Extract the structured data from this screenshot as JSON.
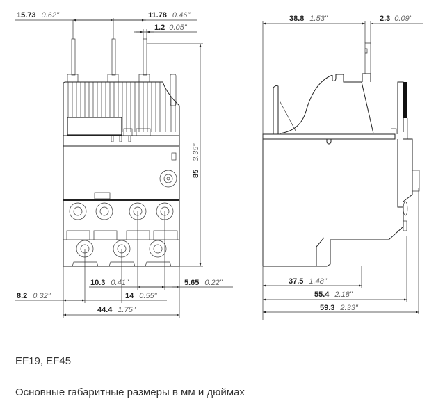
{
  "product": "EF19, EF45",
  "caption": "Основные габаритные размеры в мм и дюймах",
  "front_view": {
    "dims": {
      "pitch_a": {
        "mm": "15.73",
        "in": "0.62\""
      },
      "pitch_b": {
        "mm": "11.78",
        "in": "0.46\""
      },
      "pin_width": {
        "mm": "1.2",
        "in": "0.05\""
      },
      "height": {
        "mm": "85",
        "in": "3.35\""
      },
      "d1": {
        "mm": "10.3",
        "in": "0.41\""
      },
      "d2": {
        "mm": "5.65",
        "in": "0.22\""
      },
      "d3": {
        "mm": "8.2",
        "in": "0.32\""
      },
      "d4": {
        "mm": "14",
        "in": "0.55\""
      },
      "width": {
        "mm": "44.4",
        "in": "1.75\""
      }
    }
  },
  "side_view": {
    "dims": {
      "top_a": {
        "mm": "38.8",
        "in": "1.53\""
      },
      "top_b": {
        "mm": "2.3",
        "in": "0.09\""
      },
      "b1": {
        "mm": "37.5",
        "in": "1.48\""
      },
      "b2": {
        "mm": "55.4",
        "in": "2.18\""
      },
      "b3": {
        "mm": "59.3",
        "in": "2.33\""
      }
    }
  }
}
